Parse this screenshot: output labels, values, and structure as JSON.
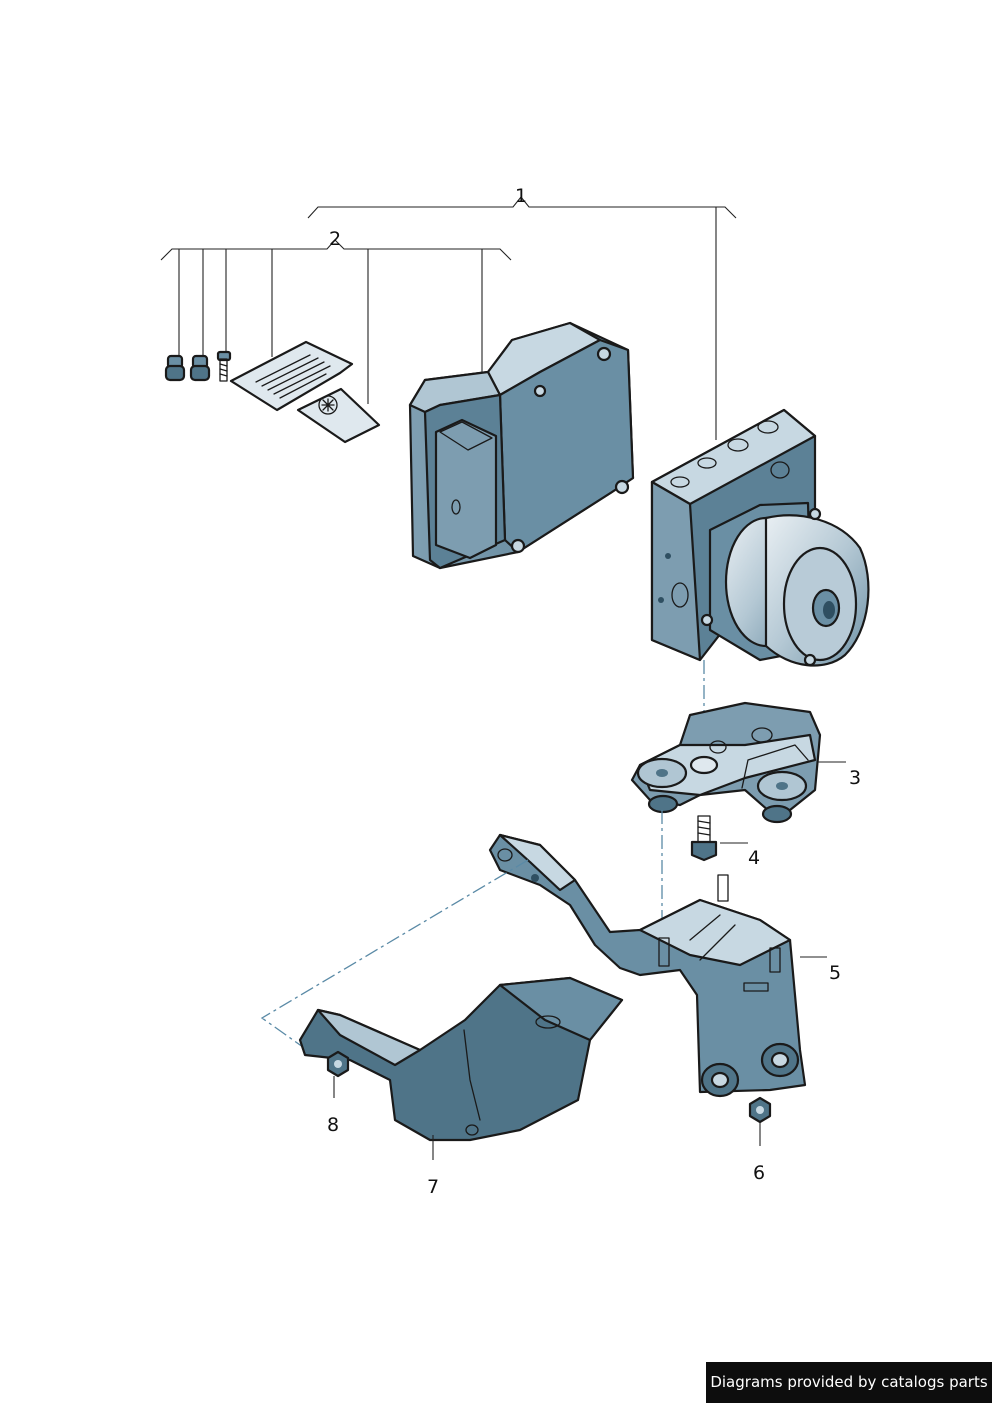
{
  "callouts": {
    "c1": "1",
    "c2": "2",
    "c3": "3",
    "c4": "4",
    "c5": "5",
    "c6": "6",
    "c7": "7",
    "c8": "8"
  },
  "footer": {
    "text": "Diagrams provided by catalogs parts"
  },
  "colors": {
    "part_fill": "#6a8fa4",
    "part_light": "#c7d8e2",
    "part_dark": "#4f7488",
    "outline": "#1a1a1a",
    "centerline": "#5a8aa6",
    "footer_bg": "#0d0d0d"
  }
}
